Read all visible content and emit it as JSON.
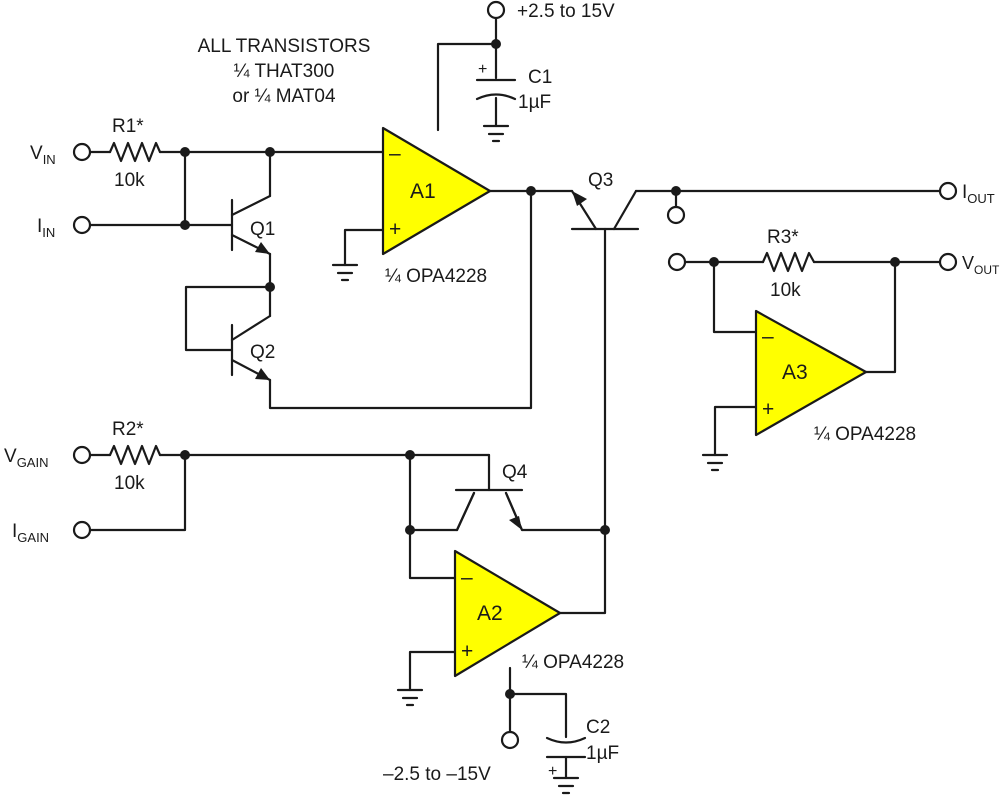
{
  "notes": {
    "line1": "ALL TRANSISTORS",
    "line2": "¼ THAT300",
    "line3": "or ¼ MAT04"
  },
  "supplies": {
    "positive": "+2.5 to 15V",
    "negative": "–2.5 to –15V"
  },
  "capacitors": [
    {
      "name": "C1",
      "value": "1µF"
    },
    {
      "name": "C2",
      "value": "1µF"
    }
  ],
  "resistors": [
    {
      "name": "R1*",
      "value": "10k"
    },
    {
      "name": "R2*",
      "value": "10k"
    },
    {
      "name": "R3*",
      "value": "10k"
    }
  ],
  "amplifiers": [
    {
      "name": "A1",
      "part": "¼ OPA4228",
      "color": "#ffff00"
    },
    {
      "name": "A2",
      "part": "¼ OPA4228",
      "color": "#ffff00"
    },
    {
      "name": "A3",
      "part": "¼ OPA4228",
      "color": "#ffff00"
    }
  ],
  "transistors": [
    "Q1",
    "Q2",
    "Q3",
    "Q4"
  ],
  "ports": {
    "vin": {
      "base": "V",
      "sub": "IN"
    },
    "iin": {
      "base": "I",
      "sub": "IN"
    },
    "vgain": {
      "base": "V",
      "sub": "GAIN"
    },
    "igain": {
      "base": "I",
      "sub": "GAIN"
    },
    "iout": {
      "base": "I",
      "sub": "OUT"
    },
    "vout": {
      "base": "V",
      "sub": "OUT"
    }
  },
  "opamp_pins": {
    "inverting": "–",
    "noninverting": "+"
  }
}
